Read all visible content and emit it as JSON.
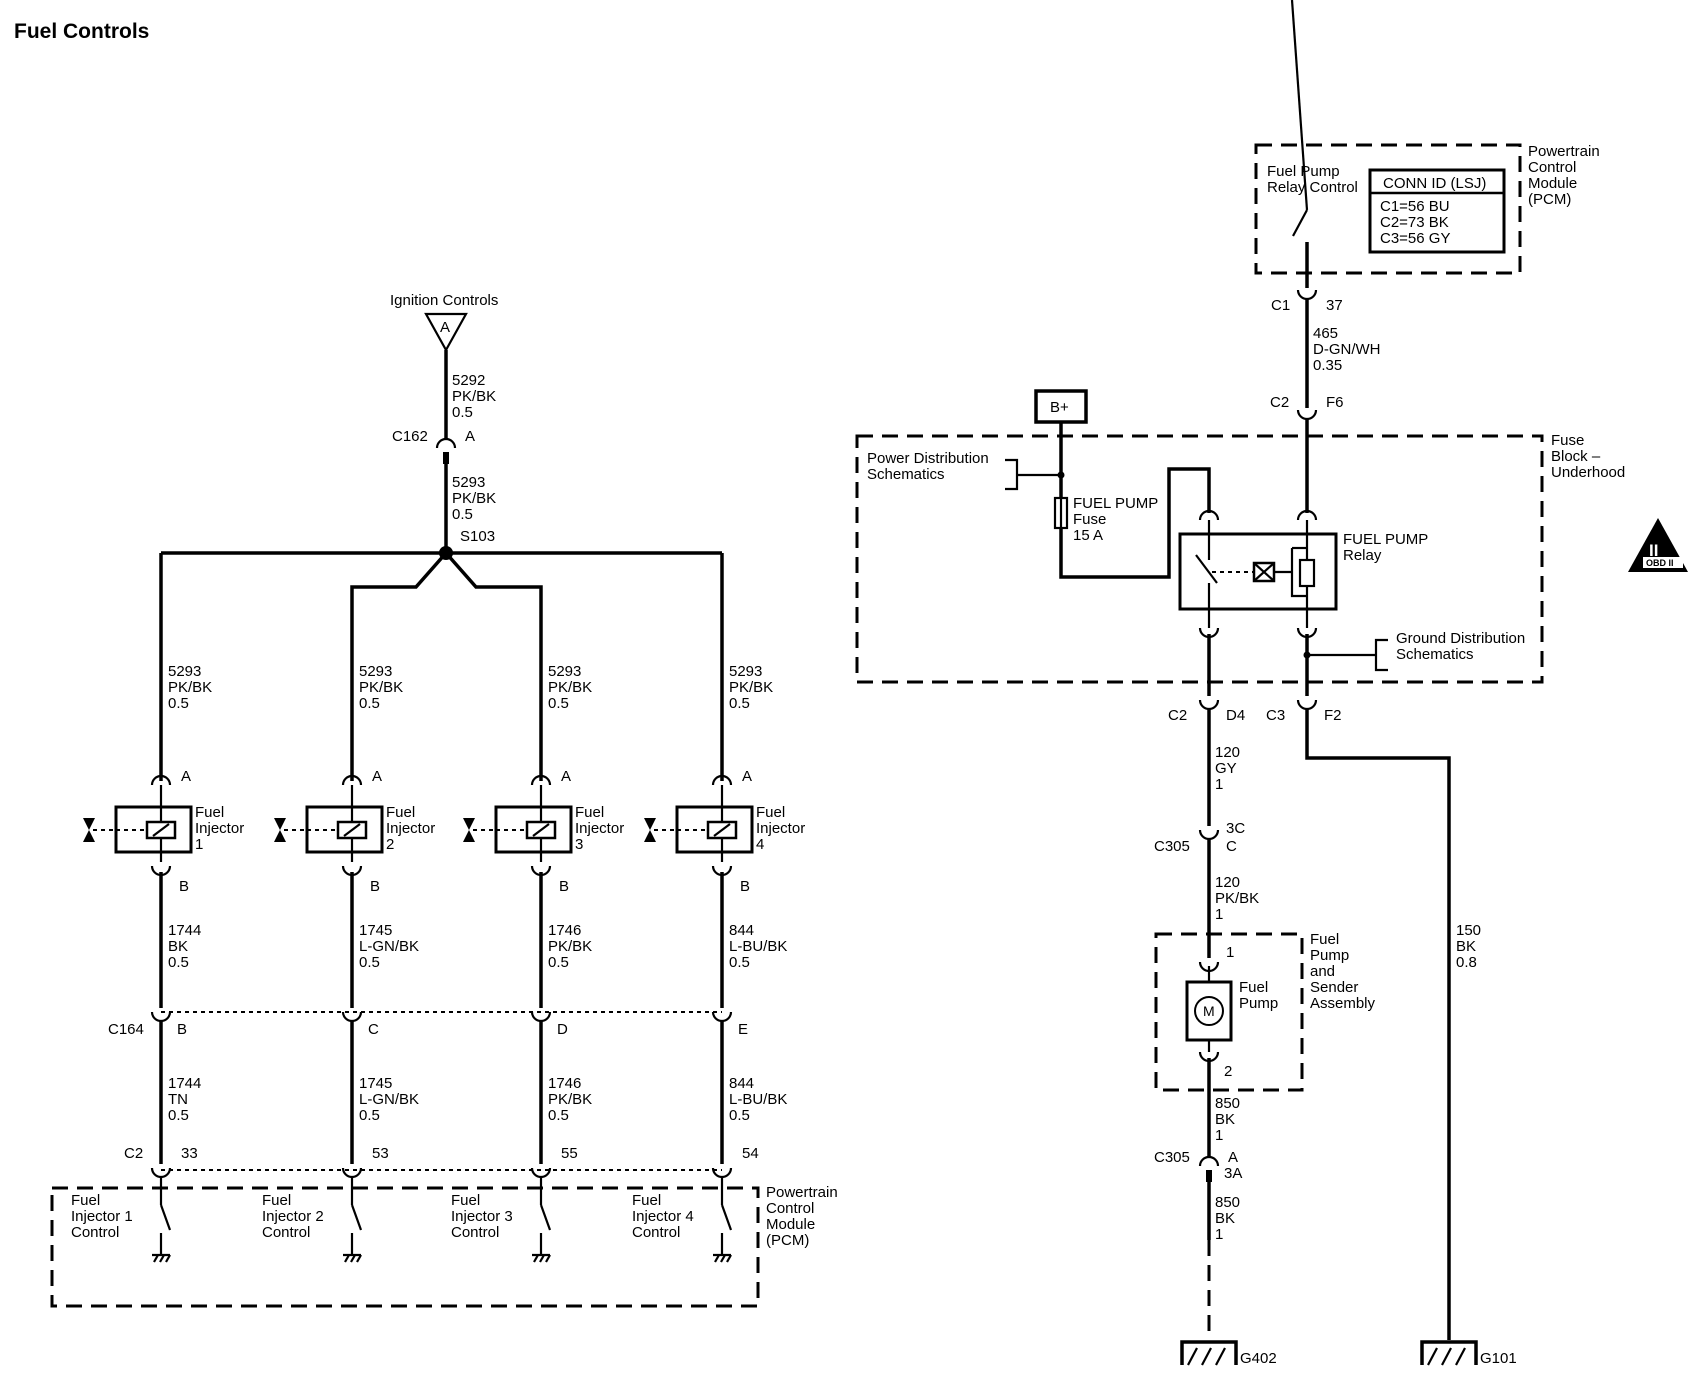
{
  "title": "Fuel Controls",
  "ignition": {
    "label": "Ignition Controls",
    "connector": "A"
  },
  "ignition_wire": [
    "5292",
    "PK/BK",
    "0.5"
  ],
  "c162": {
    "name": "C162",
    "pin": "A"
  },
  "s103_wire": [
    "5293",
    "PK/BK",
    "0.5"
  ],
  "splice": "S103",
  "injectors": [
    {
      "feed": [
        "5293",
        "PK/BK",
        "0.5"
      ],
      "pinA": "A",
      "pinB": "B",
      "label": [
        "Fuel",
        "Injector",
        "1"
      ],
      "out": [
        "1744",
        "BK",
        "0.5"
      ],
      "c164pin": "B",
      "pcm_wire": [
        "1744",
        "TN",
        "0.5"
      ],
      "c2pin": "33",
      "ctrl": [
        "Fuel",
        "Injector 1",
        "Control"
      ]
    },
    {
      "feed": [
        "5293",
        "PK/BK",
        "0.5"
      ],
      "pinA": "A",
      "pinB": "B",
      "label": [
        "Fuel",
        "Injector",
        "2"
      ],
      "out": [
        "1745",
        "L-GN/BK",
        "0.5"
      ],
      "c164pin": "C",
      "pcm_wire": [
        "1745",
        "L-GN/BK",
        "0.5"
      ],
      "c2pin": "53",
      "ctrl": [
        "Fuel",
        "Injector 2",
        "Control"
      ]
    },
    {
      "feed": [
        "5293",
        "PK/BK",
        "0.5"
      ],
      "pinA": "A",
      "pinB": "B",
      "label": [
        "Fuel",
        "Injector",
        "3"
      ],
      "out": [
        "1746",
        "PK/BK",
        "0.5"
      ],
      "c164pin": "D",
      "pcm_wire": [
        "1746",
        "PK/BK",
        "0.5"
      ],
      "c2pin": "55",
      "ctrl": [
        "Fuel",
        "Injector 3",
        "Control"
      ]
    },
    {
      "feed": [
        "5293",
        "PK/BK",
        "0.5"
      ],
      "pinA": "A",
      "pinB": "B",
      "label": [
        "Fuel",
        "Injector",
        "4"
      ],
      "out": [
        "844",
        "L-BU/BK",
        "0.5"
      ],
      "c164pin": "E",
      "pcm_wire": [
        "844",
        "L-BU/BK",
        "0.5"
      ],
      "c2pin": "54",
      "ctrl": [
        "Fuel",
        "Injector 4",
        "Control"
      ]
    }
  ],
  "c164": "C164",
  "c2_left": "C2",
  "pcm_left": [
    "Powertrain",
    "Control",
    "Module",
    "(PCM)"
  ],
  "pcm_right": {
    "label": [
      "Powertrain",
      "Control",
      "Module",
      "(PCM)"
    ],
    "relay_control": [
      "Fuel Pump",
      "Relay Control"
    ],
    "conn_title": "CONN ID (LSJ)",
    "conn_rows": [
      "C1=56 BU",
      "C2=73 BK",
      "C3=56 GY"
    ],
    "c1": "C1",
    "c1pin": "37"
  },
  "wire_465": [
    "465",
    "D-GN/WH",
    "0.35"
  ],
  "c2_f6": {
    "name": "C2",
    "pin": "F6"
  },
  "bplus": "B+",
  "power_dist": [
    "Power Distribution",
    "Schematics"
  ],
  "fuse_block": [
    "Fuse",
    "Block –",
    "Underhood"
  ],
  "fuse": [
    "FUEL PUMP",
    "Fuse",
    "15 A"
  ],
  "relay": [
    "FUEL PUMP",
    "Relay"
  ],
  "ground_dist": [
    "Ground Distribution",
    "Schematics"
  ],
  "c2_d4": {
    "name": "C2",
    "pin": "D4"
  },
  "c3_f2": {
    "name": "C3",
    "pin": "F2"
  },
  "wire_120_gy": [
    "120",
    "GY",
    "1"
  ],
  "c305_top": {
    "name": "C305",
    "pins": [
      "3C",
      "C"
    ]
  },
  "wire_120_pkbk": [
    "120",
    "PK/BK",
    "1"
  ],
  "pump": {
    "pin1": "1",
    "pin2": "2",
    "motor": "M",
    "label": [
      "Fuel",
      "Pump"
    ],
    "assembly": [
      "Fuel",
      "Pump",
      "and",
      "Sender",
      "Assembly"
    ]
  },
  "wire_850_a": [
    "850",
    "BK",
    "1"
  ],
  "c305_bottom": {
    "name": "C305",
    "pins": [
      "A",
      "3A"
    ]
  },
  "wire_850_b": [
    "850",
    "BK",
    "1"
  ],
  "wire_150": [
    "150",
    "BK",
    "0.8"
  ],
  "g402": "G402",
  "g101": "G101",
  "obd": {
    "mark": "II",
    "text": "OBD II"
  }
}
